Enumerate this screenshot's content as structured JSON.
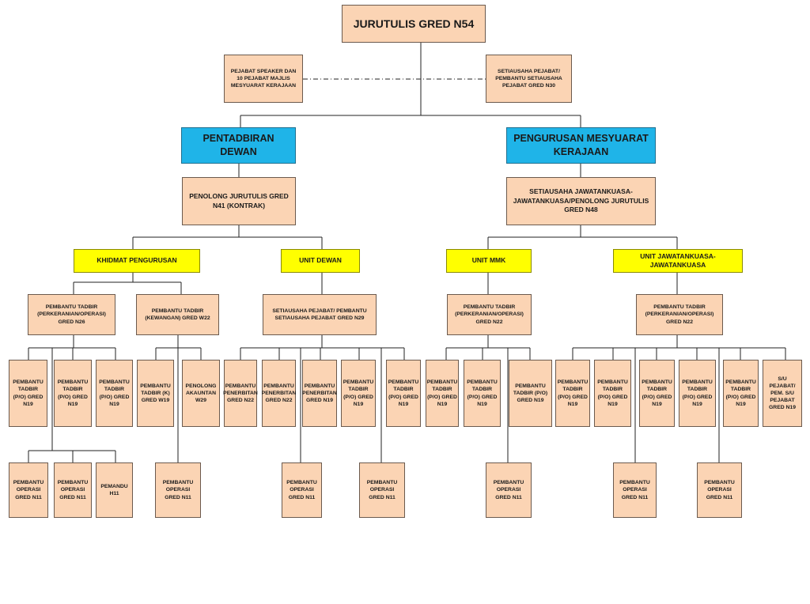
{
  "boxes": {
    "root": "JURUTULIS GRED N54",
    "speaker": "PEJABAT SPEAKER DAN 10 PEJABAT MAJLIS MESYUARAT KERAJAAN",
    "setiausaha_n30": "SETIAUSAHA PEJABAT/ PEMBANTU SETIAUSAHA PEJABAT GRED N30",
    "pentadbiran": "PENTADBIRAN DEWAN",
    "pengurusan": "PENGURUSAN MESYUARAT KERAJAAN",
    "penolong_n41": "PENOLONG JURUTULIS GRED N41 (KONTRAK)",
    "setiausaha_n48": "SETIAUSAHA JAWATANKUASA-JAWATANKUASA/PENOLONG JURUTULIS GRED N48",
    "khidmat": "KHIDMAT PENGURUSAN",
    "unit_dewan": "UNIT DEWAN",
    "unit_mmk": "UNIT MMK",
    "unit_jk": "UNIT JAWATANKUASA-JAWATANKUASA",
    "pt_n26": "PEMBANTU TADBIR (PERKERANIAN/OPERASI) GRED N26",
    "pt_w22": "PEMBANTU TADBIR (KEWANGAN) GRED W22",
    "sp_n29": "SETIAUSAHA PEJABAT/ PEMBANTU SETIAUSAHA PEJABAT GRED N29",
    "pt_mmk_n22": "PEMBANTU TADBIR (PERKERANIAN/OPERASI) GRED N22",
    "pt_jk_n22": "PEMBANTU TADBIR (PERKERANIAN/OPERASI) GRED N22",
    "l1": "PEMBANTU TADBIR (P/O) GRED N19",
    "l2": "PEMBANTU TADBIR (P/O) GRED N19",
    "l3": "PEMBANTU TADBIR (P/O) GRED N19",
    "l4": "PEMBANTU TADBIR (K) GRED W19",
    "l5": "PENOLONG AKAUNTAN W29",
    "l6": "PEMBANTU PENERBITAN GRED N22",
    "l7": "PEMBANTU PENERBITAN GRED N22",
    "l8": "PEMBANTU PENERBITAN GRED N19",
    "l9": "PEMBANTU TADBIR (P/O) GRED N19",
    "l10": "PEMBANTU TADBIR (P/O) GRED N19",
    "l11": "PEMBANTU TADBIR (P/O) GRED N19",
    "l12": "PEMBANTU TADBIR (P/O) GRED N19",
    "l13": "PEMBANTU TADBIR (P/O) GRED N19",
    "l14": "PEMBANTU TADBIR (P/O) GRED N19",
    "l15": "PEMBANTU TADBIR (P/O) GRED N19",
    "l16": "PEMBANTU TADBIR (P/O) GRED N19",
    "l17": "PEMBANTU TADBIR (P/O) GRED N19",
    "l18": "PEMBANTU TADBIR (P/O) GRED N19",
    "l19": "S/U PEJABAT/ PEM. S/U PEJABAT GRED N19",
    "b1": "PEMBANTU OPERASI GRED N11",
    "b2": "PEMBANTU OPERASI GRED N11",
    "b3": "PEMANDU H11",
    "b4": "PEMBANTU OPERASI GRED N11",
    "b5": "PEMBANTU OPERASI GRED N11",
    "b6": "PEMBANTU OPERASI GRED N11",
    "b7": "PEMBANTU OPERASI GRED N11",
    "b8": "PEMBANTU OPERASI GRED N11",
    "b9": "PEMBANTU OPERASI GRED N11"
  },
  "colors": {
    "peach": "#fbd4b4",
    "blue": "#1fb4e8",
    "yellow": "#ffff00",
    "line": "#222222"
  }
}
